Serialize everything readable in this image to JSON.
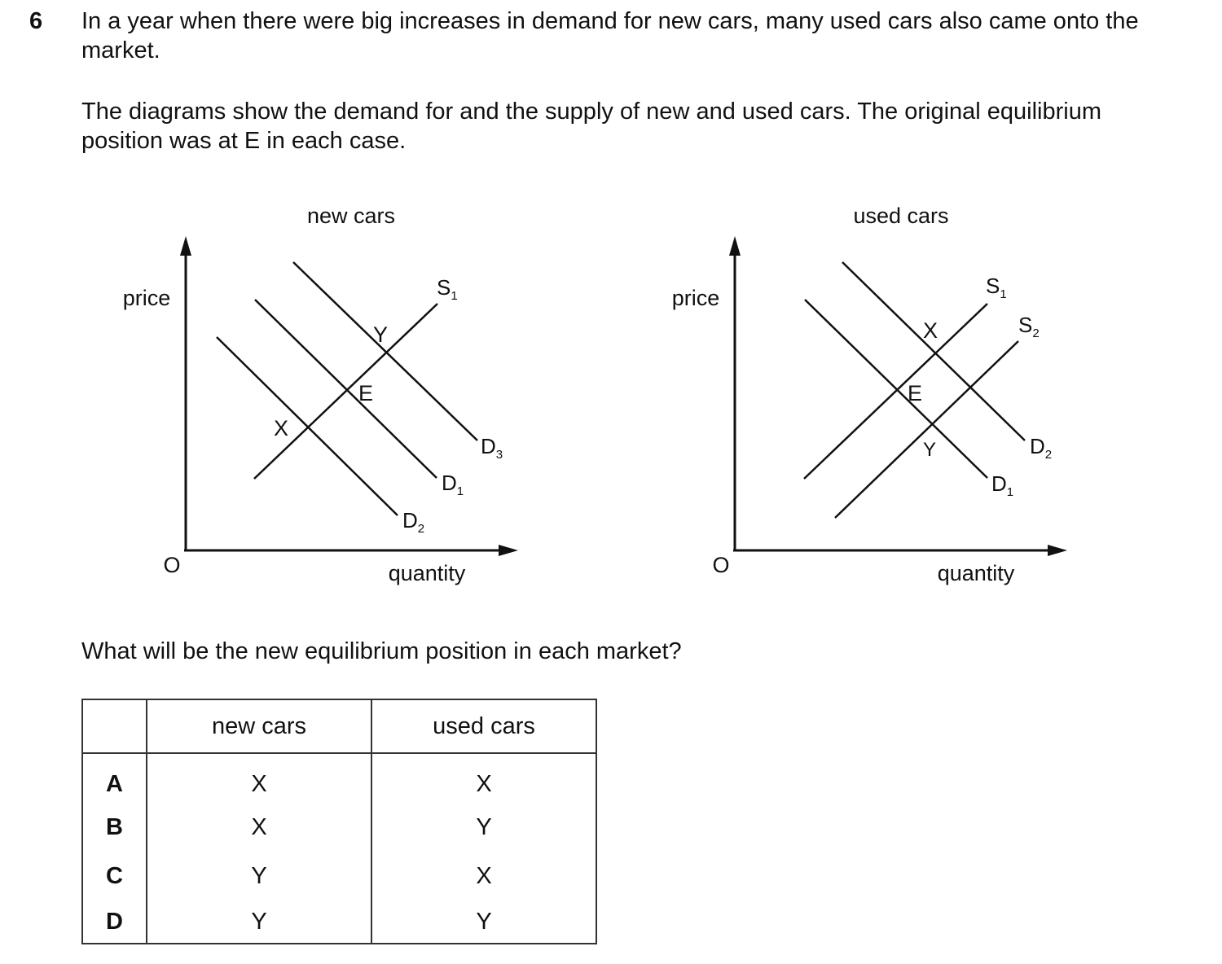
{
  "question": {
    "number": "6",
    "intro": "In a year when there were big increases in demand for new cars, many used cars also came onto the market.",
    "description": "The diagrams show the demand for and the supply of new and used cars. The original equilibrium position was at E in each case.",
    "prompt": "What will be the new equilibrium position in each market?"
  },
  "diagrams": {
    "new_cars": {
      "title": "new cars",
      "y_axis_label": "price",
      "x_axis_label": "quantity",
      "origin_label": "O",
      "curves": {
        "s1": "S",
        "s1_sub": "1",
        "d1": "D",
        "d1_sub": "1",
        "d2": "D",
        "d2_sub": "2",
        "d3": "D",
        "d3_sub": "3"
      },
      "points": {
        "e": "E",
        "x": "X",
        "y": "Y"
      }
    },
    "used_cars": {
      "title": "used cars",
      "y_axis_label": "price",
      "x_axis_label": "quantity",
      "origin_label": "O",
      "curves": {
        "s1": "S",
        "s1_sub": "1",
        "s2": "S",
        "s2_sub": "2",
        "d1": "D",
        "d1_sub": "1",
        "d2": "D",
        "d2_sub": "2"
      },
      "points": {
        "e": "E",
        "x": "X",
        "y": "Y"
      }
    }
  },
  "options_table": {
    "headers": [
      "",
      "new cars",
      "used cars"
    ],
    "rows": [
      {
        "option": "A",
        "new_cars": "X",
        "used_cars": "X"
      },
      {
        "option": "B",
        "new_cars": "X",
        "used_cars": "Y"
      },
      {
        "option": "C",
        "new_cars": "Y",
        "used_cars": "X"
      },
      {
        "option": "D",
        "new_cars": "Y",
        "used_cars": "Y"
      }
    ]
  }
}
